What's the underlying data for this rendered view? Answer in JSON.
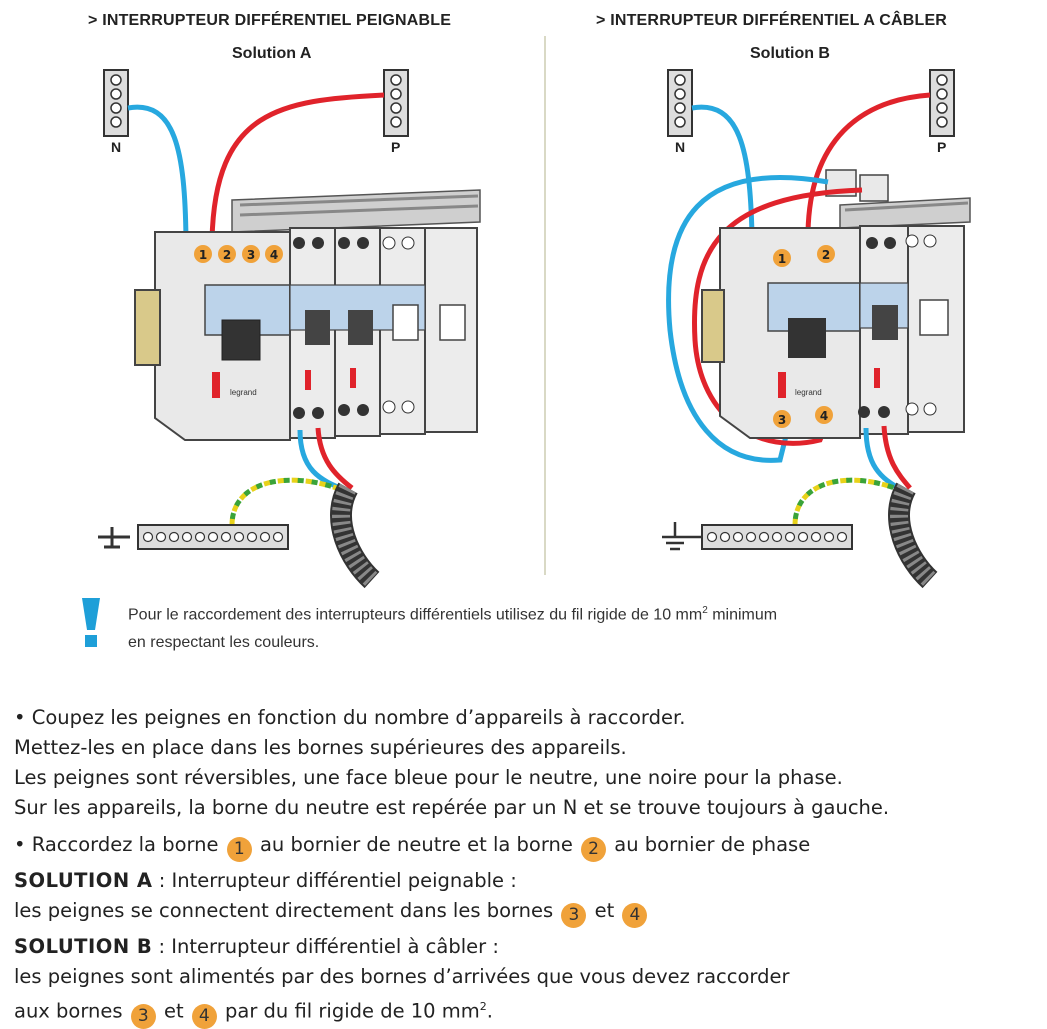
{
  "panels": {
    "left_title": "> INTERRUPTEUR DIFFÉRENTIEL PEIGNABLE",
    "left_subtitle": "Solution A",
    "right_title": "> INTERRUPTEUR DIFFÉRENTIEL A CÂBLER",
    "right_subtitle": "Solution B",
    "label_n": "N",
    "label_p": "P",
    "brand": "legrand"
  },
  "badges": {
    "b1": "1",
    "b2": "2",
    "b3": "3",
    "b4": "4"
  },
  "note": {
    "line1_before": "Pour le raccordement des interrupteurs différentiels utilisez du fil rigide de 10 mm",
    "line1_sup": "2",
    "line1_after": " minimum",
    "line2": "en respectant les couleurs."
  },
  "body": {
    "p1_l1": "• Coupez les peignes en fonction du nombre d’appareils à raccorder.",
    "p1_l2": "Mettez-les en place dans les bornes supérieures des appareils.",
    "p1_l3": "Les peignes sont réversibles, une face bleue pour le neutre, une noire pour la phase.",
    "p1_l4": "Sur les appareils, la borne du neutre est repérée par un N et se trouve toujours à gauche.",
    "p2_a": "• Raccordez la borne",
    "p2_b": "au bornier de neutre et  la borne",
    "p2_c": "au bornier de phase",
    "solA_label": "SOLUTION A",
    "solA_rest": " : Interrupteur différentiel peignable :",
    "solA_l2_a": "les peignes se connectent directement dans les bornes",
    "solA_l2_b": "et",
    "solB_label": "SOLUTION B",
    "solB_rest": " : Interrupteur différentiel à câbler :",
    "solB_l2": "les peignes sont alimentés par des bornes d’arrivées que vous devez raccorder",
    "solB_l3_a": "aux bornes",
    "solB_l3_b": "et",
    "solB_l3_c": "par du fil rigide de 10 mm",
    "solB_l3_sup": "2",
    "solB_l3_end": "."
  },
  "colors": {
    "neutral": "#27a8df",
    "phase": "#e0232b",
    "badge": "#f0a23a",
    "earth_yellow": "#e8d21a",
    "earth_green": "#3aa339",
    "module": "#ececec",
    "window": "#bcd3ea",
    "excl": "#1e9fd8"
  }
}
